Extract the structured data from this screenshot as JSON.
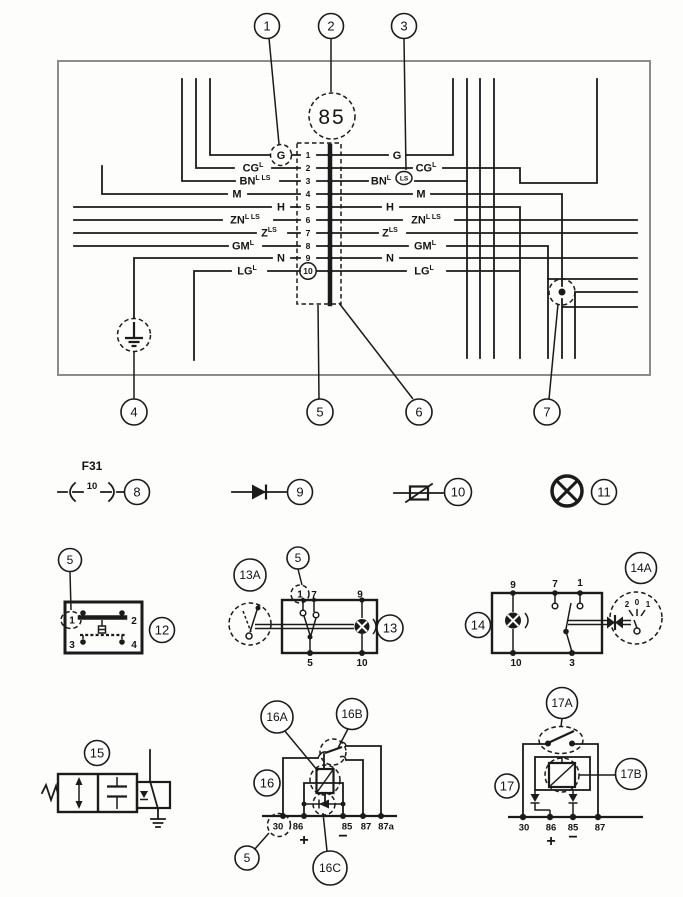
{
  "main_diagram": {
    "connector_label": "85",
    "pins": [
      "1",
      "2",
      "3",
      "4",
      "5",
      "6",
      "7",
      "8",
      "9",
      "10"
    ],
    "wires": [
      {
        "left": "G",
        "right": "G"
      },
      {
        "left": "CG",
        "left_sup": "L",
        "right": "CG",
        "right_sup": "L"
      },
      {
        "left": "BN",
        "left_sup": "L LS",
        "right": "BN",
        "right_sup": "L",
        "right_circled": "LS"
      },
      {
        "left": "M",
        "right": "M"
      },
      {
        "left": "H",
        "right": "H"
      },
      {
        "left": "ZN",
        "left_sup": "L LS",
        "right": "ZN",
        "right_sup": "L LS"
      },
      {
        "left": "Z",
        "left_sup": "LS",
        "right": "Z",
        "right_sup": "LS"
      },
      {
        "left": "GM",
        "left_sup": "L",
        "right": "GM",
        "right_sup": "L"
      },
      {
        "left": "N",
        "right": "N"
      },
      {
        "left": "LG",
        "left_sup": "L",
        "right": "LG",
        "right_sup": "L"
      }
    ],
    "callouts": {
      "c1": "1",
      "c2": "2",
      "c3": "3",
      "c4": "4",
      "c5": "5",
      "c6": "6",
      "c7": "7"
    }
  },
  "legend": {
    "fuse": {
      "label": "F31",
      "rating": "10",
      "callout": "8"
    },
    "diode": {
      "callout": "9"
    },
    "resistor": {
      "callout": "10"
    },
    "lamp": {
      "callout": "11"
    }
  },
  "connector_block": {
    "callout": "12",
    "pin_callout": "5",
    "pins": [
      "1",
      "2",
      "3",
      "4"
    ]
  },
  "switch_13": {
    "callout": "13",
    "detail_callout": "13A",
    "pin_callout": "5",
    "top_pins": [
      "1",
      "7",
      "9"
    ],
    "bottom_pins": [
      "5",
      "10"
    ]
  },
  "switch_14": {
    "callout": "14",
    "detail_callout": "14A",
    "top_pins": [
      "9",
      "7",
      "1"
    ],
    "bottom_pins": [
      "10",
      "3"
    ],
    "positions": [
      "2",
      "0",
      "1"
    ]
  },
  "valve_15": {
    "callout": "15"
  },
  "relay_16": {
    "callout": "16",
    "coil_callout": "16A",
    "contact_callout": "16B",
    "diode_callout": "16C",
    "pin_callout": "5",
    "terminals": [
      "30",
      "86",
      "85",
      "87",
      "87a"
    ],
    "polarity_plus": "+",
    "polarity_minus": "−"
  },
  "relay_17": {
    "callout": "17",
    "contact_callout": "17A",
    "coil_callout": "17B",
    "terminals": [
      "30",
      "86",
      "85",
      "87"
    ],
    "polarity_plus": "+",
    "polarity_minus": "−"
  }
}
